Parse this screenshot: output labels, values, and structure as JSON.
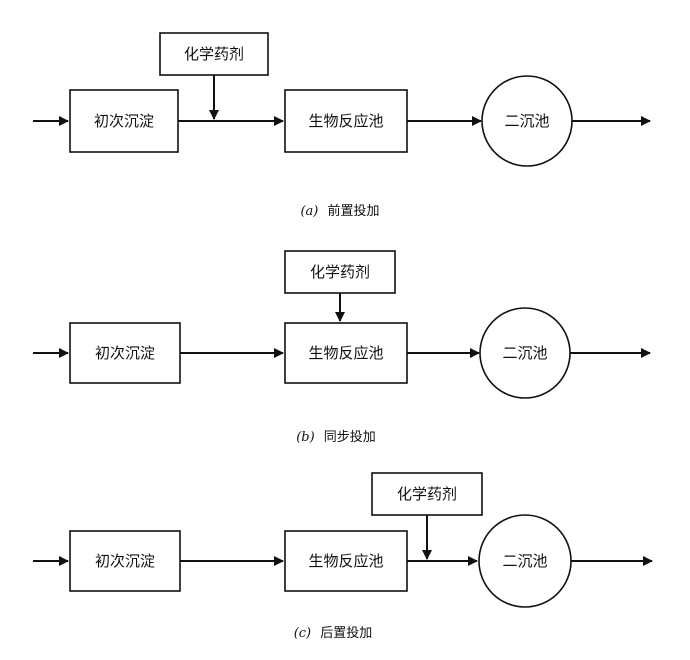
{
  "node_labels": {
    "primary_clarifier": "初次沉淀",
    "chemical": "化学药剂",
    "bio_reactor": "生物反应池",
    "secondary_clarifier": "二沉池"
  },
  "captions": {
    "a": {
      "letter": "(a)",
      "text": "前置投加"
    },
    "b": {
      "letter": "(b)",
      "text": "同步投加"
    },
    "c": {
      "letter": "(c)",
      "text": "后置投加"
    }
  }
}
